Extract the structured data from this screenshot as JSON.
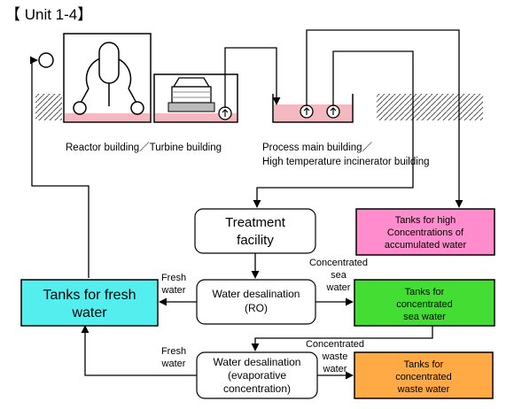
{
  "title": "【 Unit 1-4】",
  "buildings": {
    "reactor_turbine_label": "Reactor building／Turbine building",
    "process_label_line1": "Process main building／",
    "process_label_line2": "High temperature incinerator building"
  },
  "nodes": {
    "treatment_line1": "Treatment",
    "treatment_line2": "facility",
    "ro_line1": "Water desalination",
    "ro_line2": "(RO)",
    "evap_line1": "Water desalination",
    "evap_line2": "(evaporative",
    "evap_line3": "concentration)",
    "fresh_tank_line1": "Tanks for fresh",
    "fresh_tank_line2": "water",
    "high_tank_line1": "Tanks for high",
    "high_tank_line2": "Concentrations of",
    "high_tank_line3": "accumulated water",
    "sea_tank_line1": "Tanks for",
    "sea_tank_line2": "concentrated",
    "sea_tank_line3": "sea water",
    "waste_tank_line1": "Tanks for",
    "waste_tank_line2": "concentrated",
    "waste_tank_line3": "waste water"
  },
  "flow_labels": {
    "fresh1_line1": "Fresh",
    "fresh1_line2": "water",
    "fresh2_line1": "Fresh",
    "fresh2_line2": "water",
    "conc_sea_line1": "Concentrated",
    "conc_sea_line2": "sea",
    "conc_sea_line3": "water",
    "conc_waste_line1": "Concentrated",
    "conc_waste_line2": "waste",
    "conc_waste_line3": "water"
  },
  "colors": {
    "fresh_tank": "#55eeee",
    "high_tank": "#ff8ccc",
    "sea_tank": "#44dd33",
    "waste_tank": "#ffaa44",
    "accumulated_water": "#f4b8c0"
  }
}
